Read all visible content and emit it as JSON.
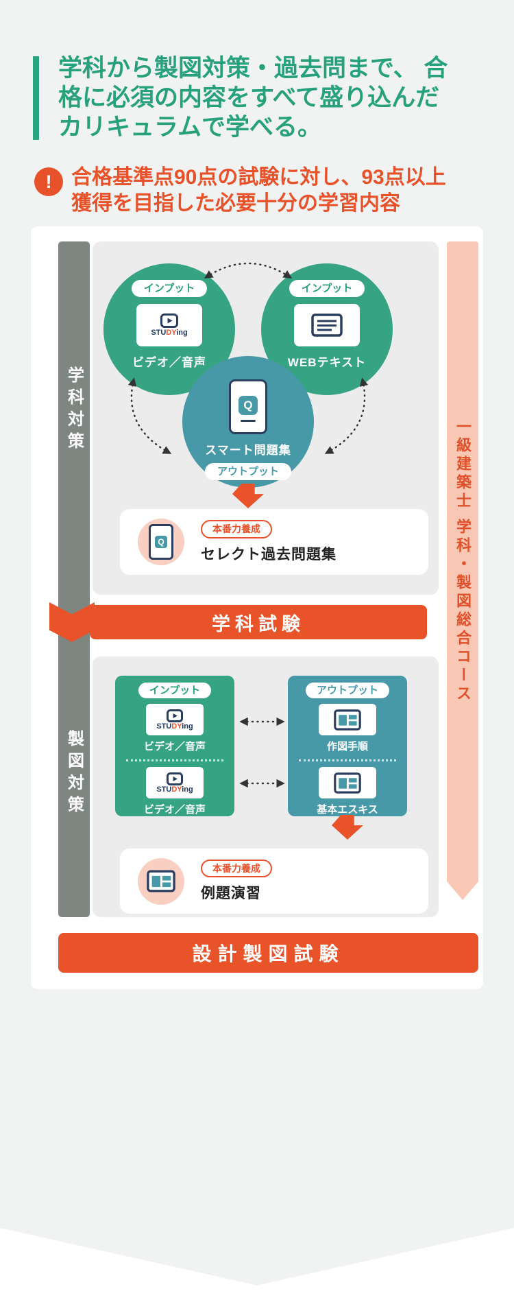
{
  "colors": {
    "page_bg": "#f1f3f2",
    "heading_green": "#27a17c",
    "accent_green": "#2aa47e",
    "orange": "#e8532a",
    "circle_green": "#36a383",
    "teal": "#4799a8",
    "gray_bar": "#7d8681",
    "pink_bar": "#f9c8b4",
    "pink_circle": "#f8cfc0",
    "navy": "#2c3e5f"
  },
  "heading": {
    "text": "学科から製図対策・過去問まで、 合格に必須の内容をすべて盛り込んだカリキュラムで学べる。"
  },
  "notice": {
    "icon": "!",
    "text": "合格基準点90点の試験に対し、93点以上獲得を目指した必要十分の学習内容"
  },
  "logo": {
    "pre": "STU",
    "mid": "DY",
    "post": "ing"
  },
  "diagram": {
    "left_bar": {
      "gakka": "学科対策",
      "seizu": "製図対策"
    },
    "course_label": "一級建築士 学科・製図総合コース",
    "phone_q": "Q",
    "gakka": {
      "video_badge": "インプット",
      "video_label": "ビデオ／音声",
      "webtext_badge": "インプット",
      "webtext_label": "WEBテキスト",
      "smart_label": "スマート問題集",
      "smart_badge": "アウトプット",
      "select_badge": "本番力養成",
      "select_label": "セレクト過去問題集",
      "exam_label": "学科試験"
    },
    "seizu": {
      "input_badge": "インプット",
      "video1_label": "ビデオ／音声",
      "video2_label": "ビデオ／音声",
      "output_badge": "アウトプット",
      "step1_label": "作図手順",
      "step2_label": "基本エスキス",
      "practice_badge": "本番力養成",
      "practice_label": "例題演習",
      "exam_label": "設計製図試験"
    }
  }
}
